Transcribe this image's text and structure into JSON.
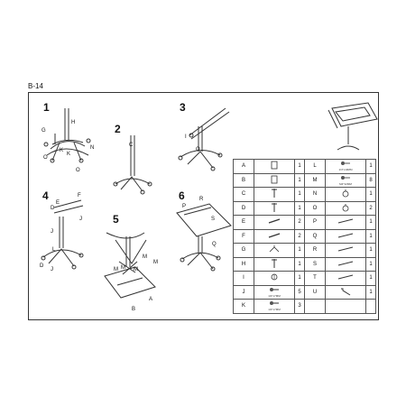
{
  "document": {
    "code": "B-14"
  },
  "steps": [
    "1",
    "2",
    "3",
    "4",
    "5",
    "6"
  ],
  "labels": {
    "s1": [
      "H",
      "G",
      "K",
      "K",
      "O",
      "N",
      "O"
    ],
    "s2": [
      "C"
    ],
    "s3": [
      "I",
      "O"
    ],
    "s4": [
      "F",
      "E",
      "D",
      "J",
      "J",
      "L",
      "D",
      "J"
    ],
    "s5": [
      "M",
      "M",
      "M",
      "M",
      "M",
      "A",
      "B"
    ],
    "s6": [
      "P",
      "R",
      "S",
      "Q"
    ]
  },
  "parts_left": [
    {
      "letter": "A",
      "qty": "1",
      "icon": "panel-icon",
      "note": ""
    },
    {
      "letter": "B",
      "qty": "1",
      "icon": "panel-icon",
      "note": ""
    },
    {
      "letter": "C",
      "qty": "1",
      "icon": "tube-icon",
      "note": ""
    },
    {
      "letter": "D",
      "qty": "1",
      "icon": "tube-icon",
      "note": ""
    },
    {
      "letter": "E",
      "qty": "2",
      "icon": "bar-icon",
      "note": ""
    },
    {
      "letter": "F",
      "qty": "2",
      "icon": "bar-icon",
      "note": ""
    },
    {
      "letter": "G",
      "qty": "1",
      "icon": "base-icon",
      "note": ""
    },
    {
      "letter": "H",
      "qty": "1",
      "icon": "tube-icon",
      "note": ""
    },
    {
      "letter": "I",
      "qty": "1",
      "icon": "knob-icon",
      "note": ""
    },
    {
      "letter": "J",
      "qty": "5",
      "icon": "bolt-icon",
      "note": "1/4\"x7MM"
    },
    {
      "letter": "K",
      "qty": "3",
      "icon": "bolt-icon",
      "note": "1/4\"x7MM"
    }
  ],
  "parts_right": [
    {
      "letter": "L",
      "qty": "1",
      "icon": "screw-icon",
      "note": "1/4\"x10MM"
    },
    {
      "letter": "M",
      "qty": "8",
      "icon": "screw-icon",
      "note": "M4*12MM"
    },
    {
      "letter": "N",
      "qty": "1",
      "icon": "caster-icon",
      "note": ""
    },
    {
      "letter": "O",
      "qty": "2",
      "icon": "caster-icon",
      "note": ""
    },
    {
      "letter": "P",
      "qty": "1",
      "icon": "rail-icon",
      "note": ""
    },
    {
      "letter": "Q",
      "qty": "1",
      "icon": "rail-icon",
      "note": ""
    },
    {
      "letter": "R",
      "qty": "1",
      "icon": "rail-icon",
      "note": ""
    },
    {
      "letter": "S",
      "qty": "1",
      "icon": "rail-icon",
      "note": ""
    },
    {
      "letter": "T",
      "qty": "1",
      "icon": "rail-icon",
      "note": ""
    },
    {
      "letter": "U",
      "qty": "1",
      "icon": "wrench-icon",
      "note": ""
    }
  ]
}
